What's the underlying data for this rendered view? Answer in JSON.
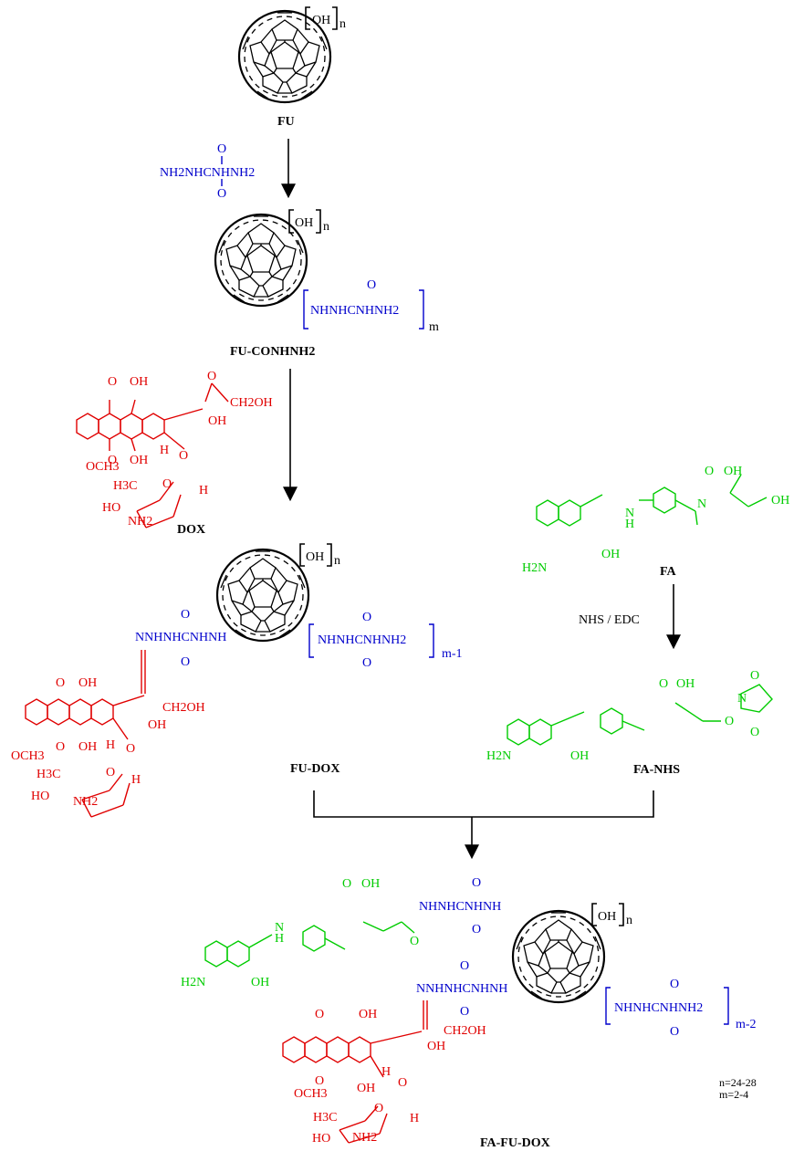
{
  "labels": {
    "fu": "FU",
    "fu_conhnh2": "FU-CONHNH2",
    "dox": "DOX",
    "fa": "FA",
    "fu_dox": "FU-DOX",
    "fa_nhs": "FA-NHS",
    "fa_fu_dox": "FA-FU-DOX"
  },
  "reagents": {
    "carbohydrazide": "NH2NHCNHNH2",
    "carbonyl_o": "O",
    "nhs_edc": "NHS / EDC"
  },
  "fragments": {
    "oh": "OH",
    "n": "n",
    "m": "m",
    "m_minus_1": "m-1",
    "m_minus_2": "m-2",
    "hydrazide_chain": "NHNHCNHNH2",
    "linker_left": "NNHNHCNHNH",
    "linker_right": "NHNHCNHNH",
    "nhs_linker": "NHNHCNHNH"
  },
  "dox_atoms": {
    "oh": "OH",
    "ch2oh": "CH2OH",
    "och3": "OCH3",
    "o": "O",
    "h": "H",
    "h3c": "H3C",
    "ho": "HO",
    "nh2": "NH2"
  },
  "fa_atoms": {
    "h2n": "H2N",
    "oh": "OH",
    "n": "N",
    "nh": "N",
    "h": "H",
    "o": "O"
  },
  "notes": {
    "n_range": "n=24-28",
    "m_range": "m=2-4"
  },
  "colors": {
    "carbohydrazide": "#0000cc",
    "dox": "#e00000",
    "folate": "#00cc00",
    "frame": "#000000"
  }
}
